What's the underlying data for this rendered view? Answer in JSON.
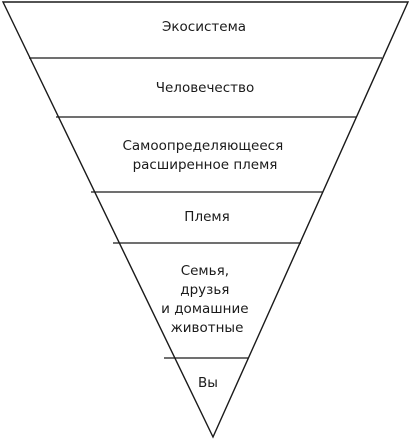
{
  "diagram": {
    "type": "inverted-pyramid",
    "levels": [
      {
        "lines": [
          "Экосистема"
        ]
      },
      {
        "lines": [
          "Человечество"
        ]
      },
      {
        "lines": [
          "Самоопределяющееся",
          "расширенное племя"
        ]
      },
      {
        "lines": [
          "Племя"
        ]
      },
      {
        "lines": [
          "Семья,",
          "друзья",
          "и домашние",
          "животные"
        ]
      },
      {
        "lines": [
          "Вы"
        ]
      }
    ]
  }
}
